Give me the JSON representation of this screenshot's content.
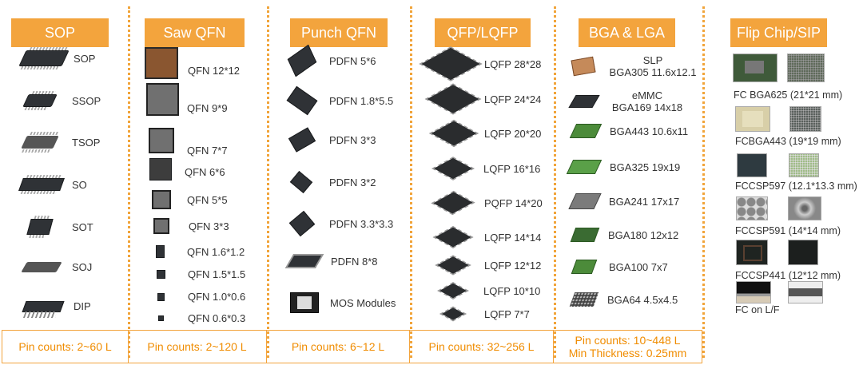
{
  "columns": [
    {
      "header": "SOP",
      "items": [
        "SOP",
        "SSOP",
        "TSOP",
        "SO",
        "SOT",
        "SOJ",
        "DIP"
      ],
      "footer": "Pin counts: 2~60 L"
    },
    {
      "header": "Saw QFN",
      "items": [
        "QFN 12*12",
        "QFN 9*9",
        "QFN 7*7",
        "QFN 6*6",
        "QFN 5*5",
        "QFN 3*3",
        "QFN 1.6*1.2",
        "QFN 1.5*1.5",
        "QFN 1.0*0.6",
        "QFN 0.6*0.3"
      ],
      "footer": "Pin counts: 2~120 L"
    },
    {
      "header": "Punch QFN",
      "items": [
        "PDFN 5*6",
        "PDFN 1.8*5.5",
        "PDFN 3*3",
        "PDFN 3*2",
        "PDFN 3.3*3.3",
        "PDFN 8*8",
        "MOS Modules"
      ],
      "footer": "Pin counts: 6~12 L"
    },
    {
      "header": "QFP/LQFP",
      "items": [
        "LQFP 28*28",
        "LQFP 24*24",
        "LQFP 20*20",
        "LQFP 16*16",
        "PQFP 14*20",
        "LQFP 14*14",
        "LQFP 12*12",
        "LQFP 10*10",
        "LQFP 7*7"
      ],
      "footer": "Pin counts: 32~256 L"
    },
    {
      "header": "BGA & LGA",
      "items": [
        "SLP",
        "BGA305 11.6x12.1",
        "eMMC",
        "BGA169 14x18",
        "BGA443 10.6x11",
        "BGA325 19x19",
        "BGA241 17x17",
        "BGA180 12x12",
        "BGA100 7x7",
        "BGA64 4.5x4.5"
      ],
      "footer": "Pin counts: 10~448 L",
      "footer2": "Min Thickness: 0.25mm"
    },
    {
      "header": "Flip Chip/SIP",
      "items": [
        "FC BGA625 (21*21 mm)",
        "FCBGA443 (19*19 mm)",
        "FCCSP597 (12.1*13.3 mm)",
        "FCCSP591 (14*14 mm)",
        "FCCSP441 (12*12 mm)",
        "FC on L/F"
      ]
    }
  ]
}
